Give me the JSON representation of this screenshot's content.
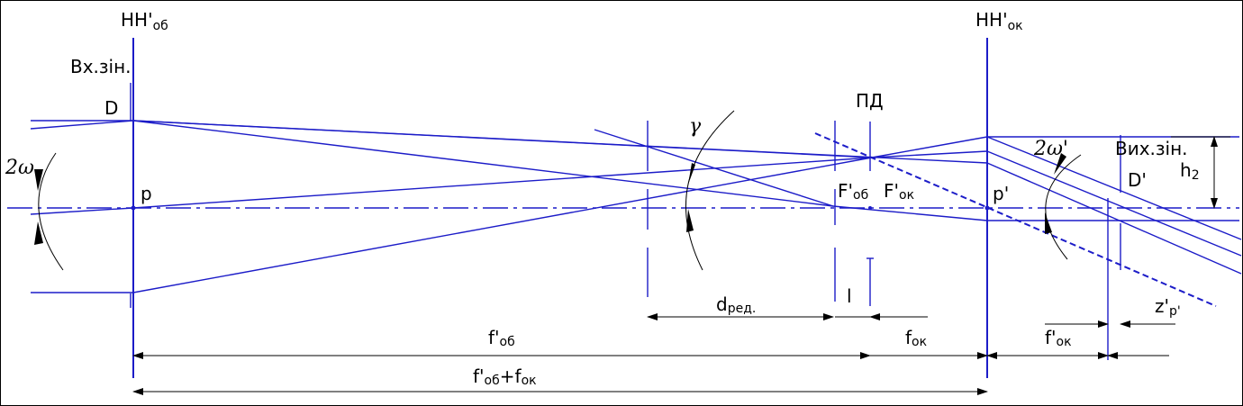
{
  "labels": {
    "hh_obj": "HH'",
    "hh_obj_sub": "об",
    "hh_ok": "HH'",
    "hh_ok_sub": "ок",
    "entrance_pupil": "Вх.зін.",
    "exit_pupil": "Вих.зін.",
    "D": "D",
    "D_prime": "D'",
    "two_omega": "2ω",
    "two_omega_prime": "2ω'",
    "p": "p",
    "p_prime": "p'",
    "gamma": "γ",
    "field_stop": "ПД",
    "F_obj": "F'",
    "F_obj_sub": "об",
    "F_ok": "F'",
    "F_ok_sub": "ок",
    "h2": "h",
    "h2_sub": "2",
    "l": "l",
    "d_red": "d",
    "d_red_sub": "ред.",
    "f_obj": "f'",
    "f_obj_sub": "об",
    "f_ok": "f",
    "f_ok_sub": "ок",
    "f_ok_prime": "f'",
    "f_ok_prime_sub": "ок",
    "z_p": "z'",
    "z_p_sub": "p'",
    "sum": "f'",
    "sum_sub1": "об",
    "sum_mid": "+f",
    "sum_sub2": "ок"
  },
  "colors": {
    "rays": "#1c1cc8",
    "dimensions": "#000000",
    "background": "#ffffff"
  }
}
